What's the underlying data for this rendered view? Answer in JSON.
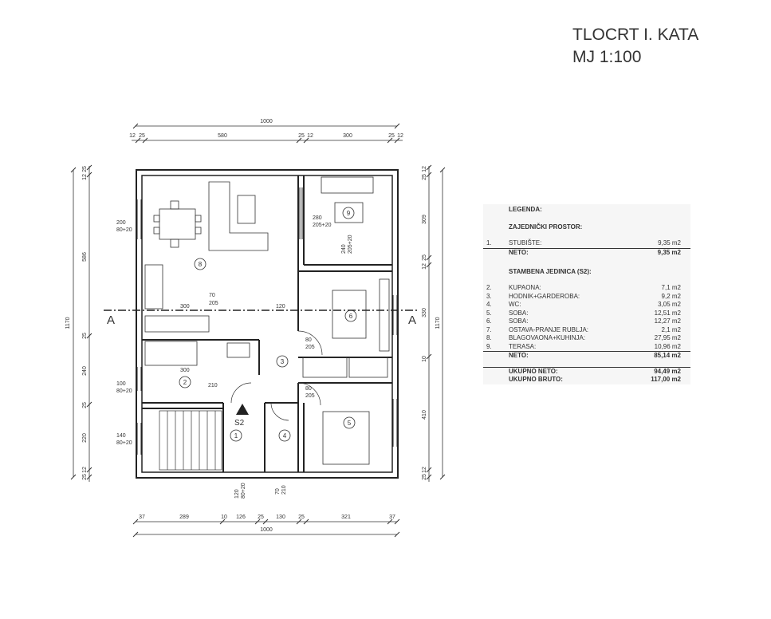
{
  "drawing": {
    "title": "TLOCRT I. KATA",
    "scale": "MJ 1:100"
  },
  "dimensions": {
    "top_total": "1000",
    "top_segments": [
      "12",
      "25",
      "580",
      "25",
      "12",
      "300",
      "25",
      "12"
    ],
    "bottom_total": "1000",
    "bottom_segments": [
      "37",
      "289",
      "10",
      "126",
      "25",
      "130",
      "25",
      "321",
      "37"
    ],
    "left_total": "1170",
    "left_segments": [
      "25",
      "12",
      "586",
      "25",
      "240",
      "25",
      "220",
      "12",
      "25"
    ],
    "right_total": "1170",
    "right_segments": [
      "12",
      "25",
      "309",
      "25",
      "12",
      "330",
      "10",
      "410",
      "12",
      "25"
    ],
    "openings": [
      "200",
      "80+20",
      "280",
      "205+20",
      "240",
      "205+20",
      "70",
      "205",
      "100",
      "80+20",
      "140",
      "80+20",
      "80",
      "205",
      "120",
      "80+20",
      "80",
      "205",
      "300",
      "300",
      "120",
      "210",
      "70",
      "210"
    ]
  },
  "section_marks": [
    "A",
    "A"
  ],
  "stair_label": "S2",
  "room_numbers": [
    "1",
    "2",
    "3",
    "4",
    "5",
    "6",
    "8",
    "9"
  ],
  "legend": {
    "heading": "LEGENDA:",
    "common_heading": "ZAJEDNIČKI PROSTOR:",
    "common_items": [
      {
        "num": "1.",
        "label": "STUBIŠTE:",
        "value": "9,35 m2"
      }
    ],
    "common_total": {
      "label": "NETO:",
      "value": "9,35 m2"
    },
    "unit_heading": "STAMBENA JEDINICA (S2):",
    "unit_items": [
      {
        "num": "2.",
        "label": "KUPAONA:",
        "value": "7,1 m2"
      },
      {
        "num": "3.",
        "label": "HODNIK+GARDEROBA:",
        "value": "9,2 m2"
      },
      {
        "num": "4.",
        "label": "WC:",
        "value": "3,05 m2"
      },
      {
        "num": "5.",
        "label": "SOBA:",
        "value": "12,51 m2"
      },
      {
        "num": "6.",
        "label": "SOBA:",
        "value": "12,27 m2"
      },
      {
        "num": "7.",
        "label": "OSTAVA-PRANJE RUBLJA:",
        "value": "2,1 m2"
      },
      {
        "num": "8.",
        "label": "BLAGOVAONA+KUHINJA:",
        "value": "27,95 m2"
      },
      {
        "num": "9.",
        "label": "TERASA:",
        "value": "10,96 m2"
      }
    ],
    "unit_total": {
      "label": "NETO:",
      "value": "85,14 m2"
    },
    "total_net": {
      "label": "UKUPNO NETO:",
      "value": "94,49 m2"
    },
    "total_gross": {
      "label": "UKUPNO BRUTO:",
      "value": "117,00 m2"
    }
  }
}
